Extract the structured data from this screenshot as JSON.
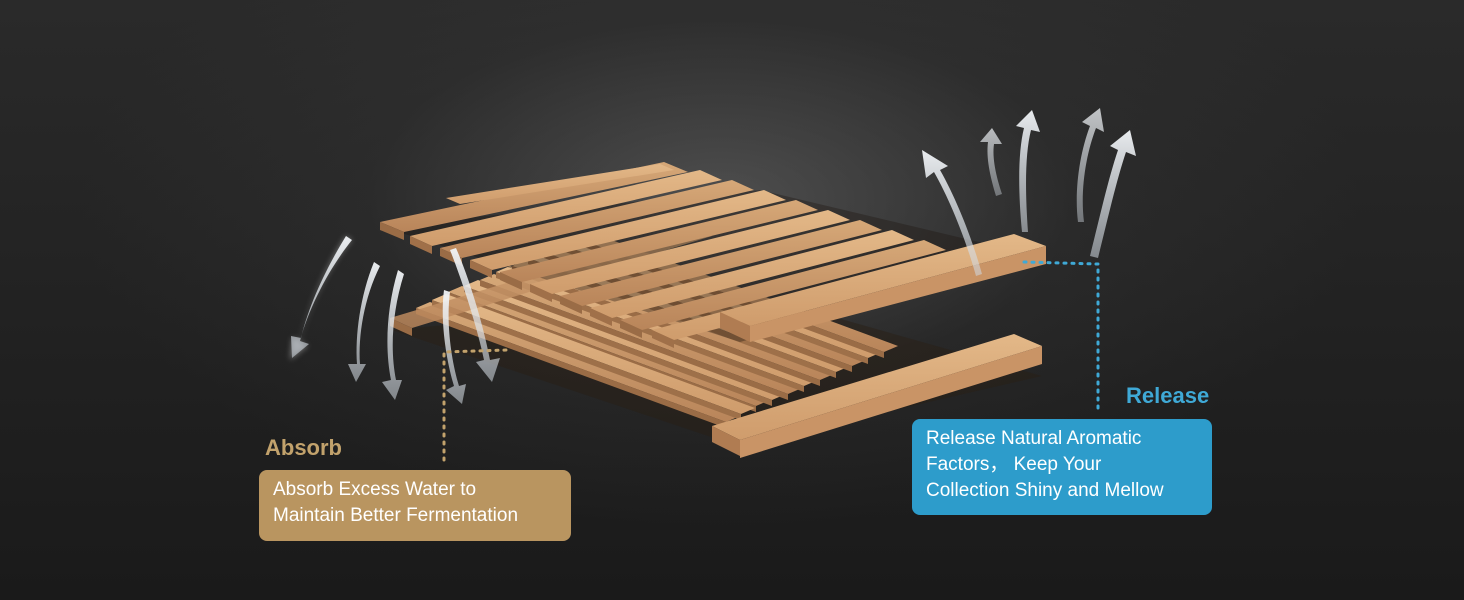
{
  "absorb": {
    "heading": "Absorb",
    "text_line1": "Absorb Excess Water to",
    "text_line2": "Maintain Better Fermentation",
    "accent_color": "#b99560"
  },
  "release": {
    "heading": "Release",
    "text_line1": "Release Natural Aromatic",
    "text_line2": "Factors， Keep Your",
    "text_line3": "Collection Shiny and Mellow",
    "accent_color": "#2d9ccb"
  },
  "illustration": {
    "subject": "two-wooden-slat-trays",
    "wood_color": "#d6a575",
    "airflow_arrow_color": "#e4eaf0"
  }
}
